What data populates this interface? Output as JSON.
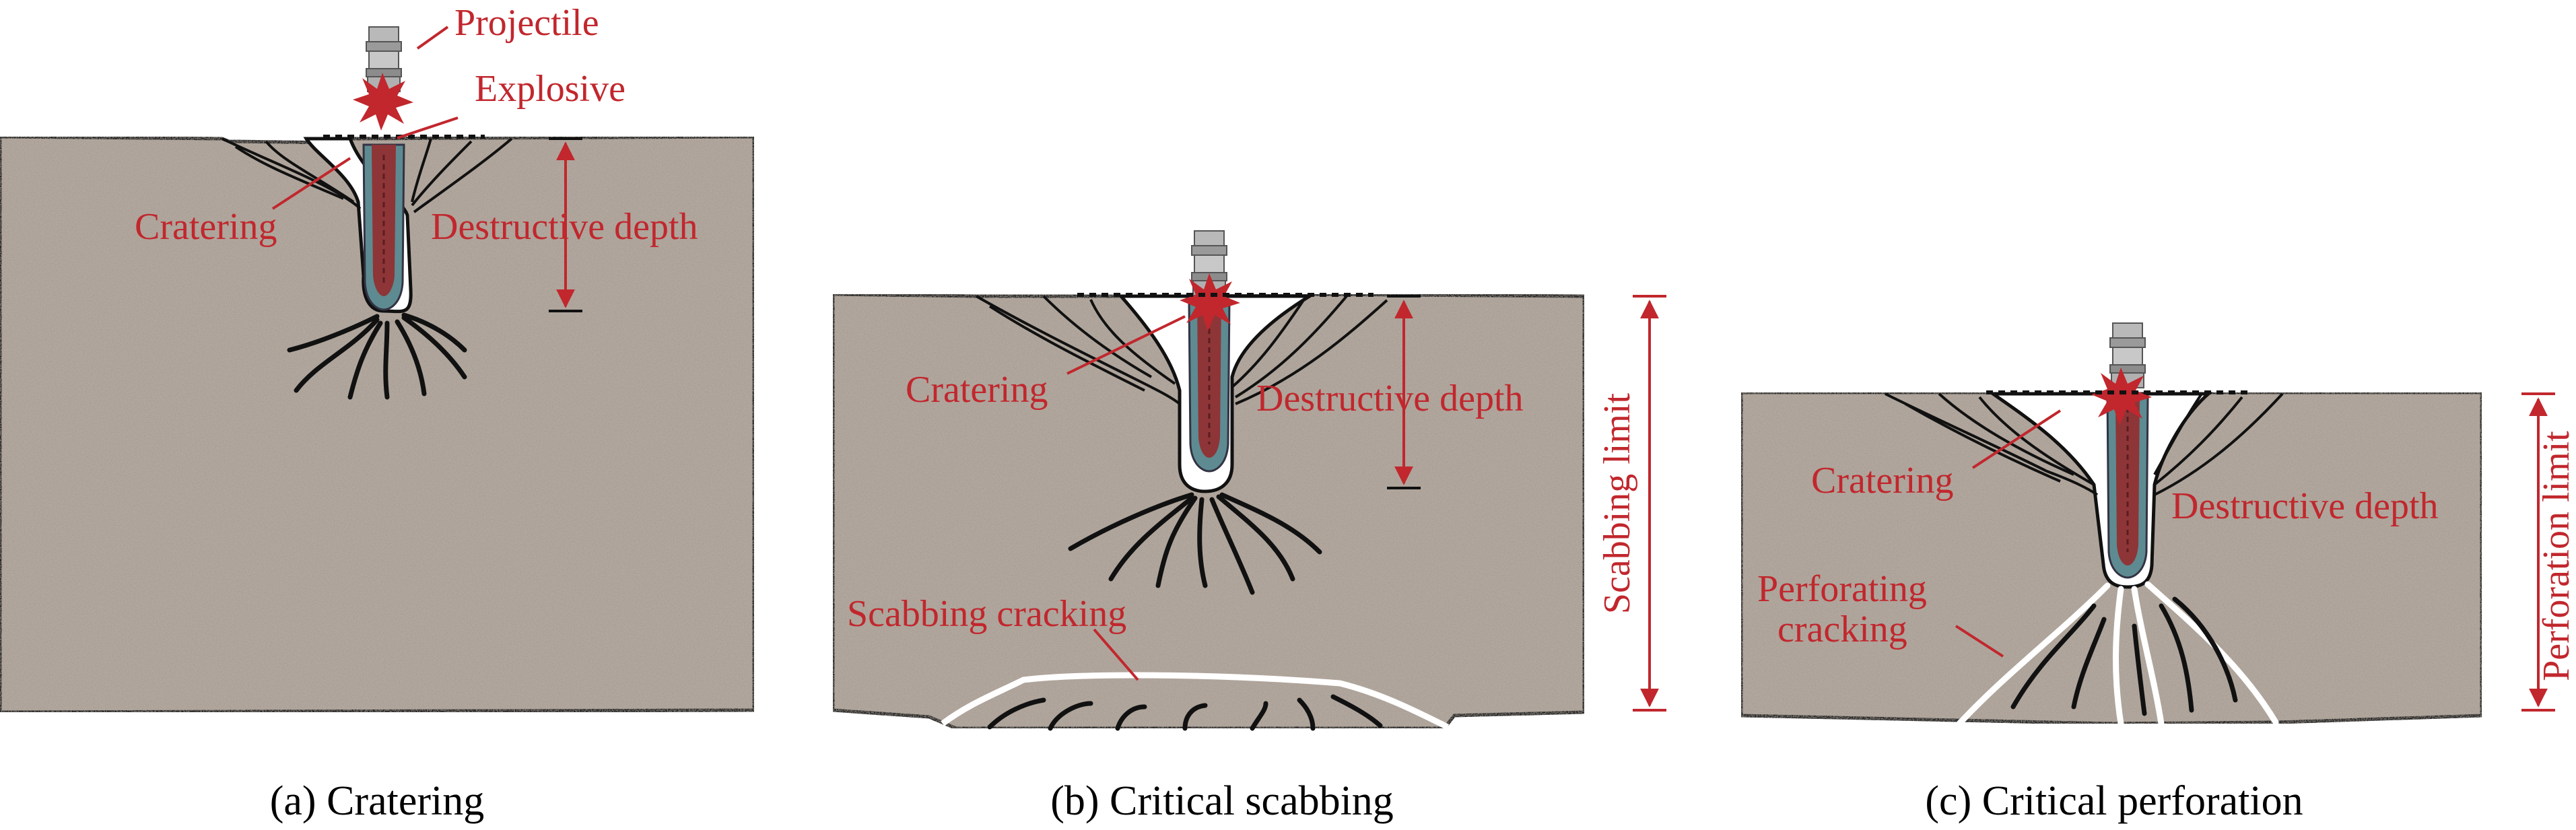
{
  "colors": {
    "annotation": "#c1272d",
    "concrete_base": "#b2a79d",
    "crack": "#111111",
    "projectile_body": "#8e3538",
    "projectile_casing": "#5d8b91",
    "explosion": "#c1272d"
  },
  "panel_a": {
    "caption": "(a) Cratering",
    "label_projectile": "Projectile",
    "label_explosive": "Explosive",
    "label_cratering": "Cratering",
    "label_depth": "Destructive depth"
  },
  "panel_b": {
    "caption": "(b) Critical scabbing",
    "label_cratering": "Cratering",
    "label_depth": "Destructive depth",
    "label_scabbing_cracking": "Scabbing cracking",
    "label_limit": "Scabbing limit"
  },
  "panel_c": {
    "caption": "(c) Critical perforation",
    "label_cratering": "Cratering",
    "label_depth": "Destructive depth",
    "label_perf_1": "Perforating",
    "label_perf_2": "cracking",
    "label_limit": "Perforation limit"
  }
}
